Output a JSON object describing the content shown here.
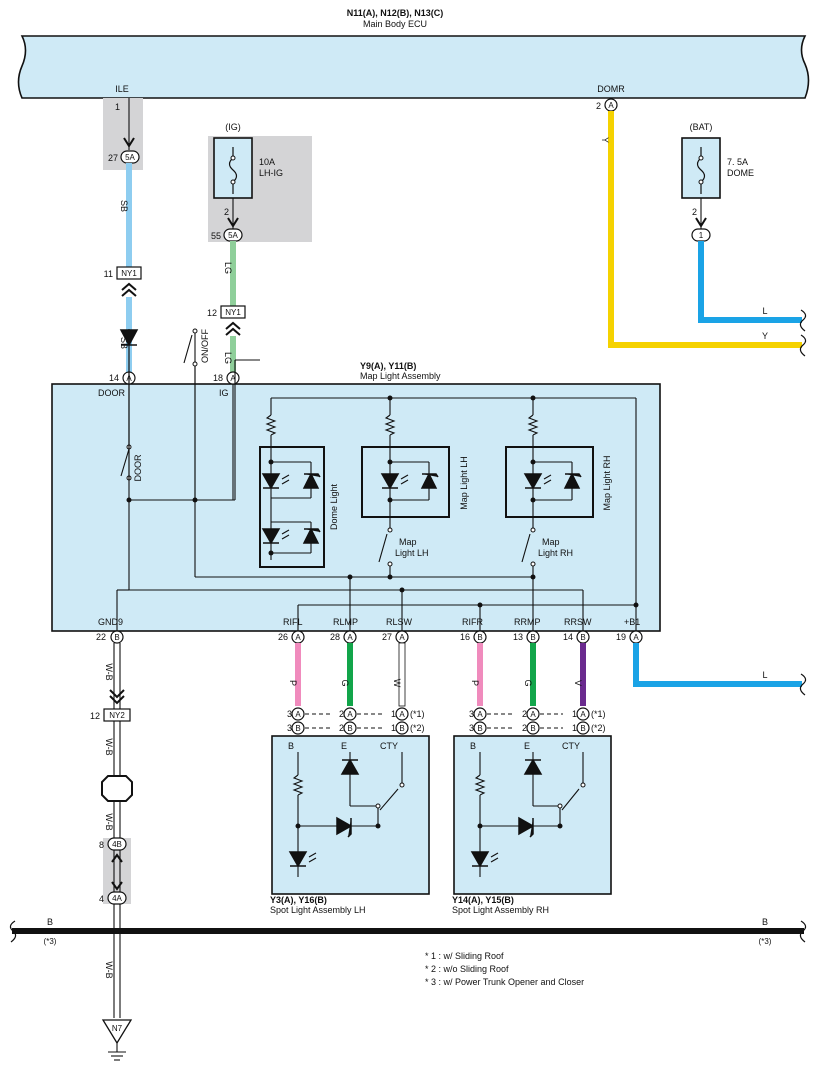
{
  "colors": {
    "sb": "#8ecdf0",
    "lg": "#8fcf9a",
    "y": "#f5d200",
    "l": "#1aa3e6",
    "p": "#f08bbd",
    "g": "#12a54a",
    "w": "#ffffff",
    "v": "#6a2a8e",
    "box": "#cfeaf6",
    "shade": "#d4d4d6"
  },
  "ecu": {
    "title": "N11(A), N12(B), N13(C)",
    "subtitle": "Main Body ECU",
    "terminal_ile": "ILE",
    "terminal_domr": "DOMR",
    "ile_pin": "1",
    "domr_pin": "2",
    "domr_conn": "A"
  },
  "fuse_ig": {
    "source": "(IG)",
    "rating": "10A",
    "name": "LH-IG",
    "pin": "2"
  },
  "fuse_bat": {
    "source": "(BAT)",
    "rating": "7. 5A",
    "name": "DOME",
    "pin": "2",
    "conn": "1"
  },
  "connectors": {
    "c27_pin": "27",
    "c27": "5A",
    "c55_pin": "55",
    "c55": "5A",
    "ny1_a_pin": "11",
    "ny1_b_pin": "12",
    "ny1": "NY1",
    "ny2_pin": "12",
    "ny2": "NY2",
    "c4b_pin": "8",
    "c4b": "4B",
    "c4a_pin": "4",
    "c4a": "4A",
    "ground": "N7"
  },
  "wire_codes": {
    "sb": "SB",
    "lg": "LG",
    "y": "Y",
    "l": "L",
    "wb": "W-B",
    "b": "B",
    "p": "P",
    "g": "G",
    "w": "W",
    "v": "V"
  },
  "map_light": {
    "title": "Y9(A), Y11(B)",
    "subtitle": "Map Light Assembly",
    "door_pin": "14",
    "door_conn": "A",
    "door_label": "DOOR",
    "ig_pin": "18",
    "ig_conn": "A",
    "ig_label": "IG",
    "door_switch": "DOOR",
    "onoff_switch": "ON/OFF",
    "dome_light": "Dome Light",
    "map_lh": "Map Light LH",
    "map_rh": "Map Light RH",
    "sw_lh_1": "Map",
    "sw_lh_2": "Light LH",
    "sw_rh_1": "Map",
    "sw_rh_2": "Light RH",
    "gnd_label": "GND9",
    "gnd_pin": "22",
    "gnd_conn": "B",
    "terminals": [
      {
        "label": "RIFL",
        "pin": "26",
        "conn": "A"
      },
      {
        "label": "RLMP",
        "pin": "28",
        "conn": "A"
      },
      {
        "label": "RLSW",
        "pin": "27",
        "conn": "A"
      },
      {
        "label": "RIFR",
        "pin": "16",
        "conn": "B"
      },
      {
        "label": "RRMP",
        "pin": "13",
        "conn": "B"
      },
      {
        "label": "RRSW",
        "pin": "14",
        "conn": "B"
      },
      {
        "label": "+B1",
        "pin": "19",
        "conn": "A"
      }
    ]
  },
  "spot_lh": {
    "title": "Y3(A), Y16(B)",
    "subtitle": "Spot Light Assembly LH"
  },
  "spot_rh": {
    "title": "Y14(A), Y15(B)",
    "subtitle": "Spot Light Assembly RH"
  },
  "spot_pins": {
    "row1": [
      "3",
      "2",
      "1"
    ],
    "row2": [
      "3",
      "2",
      "1"
    ],
    "conn_a": "A",
    "conn_b": "B",
    "note1": "(*1)",
    "note2": "(*2)",
    "term_b": "B",
    "term_e": "E",
    "term_cty": "CTY"
  },
  "bus": {
    "label": "B",
    "note": "(*3)"
  },
  "notes": [
    "* 1 : w/ Sliding Roof",
    "* 2 : w/o Sliding Roof",
    "* 3 : w/ Power Trunk Opener and Closer"
  ]
}
